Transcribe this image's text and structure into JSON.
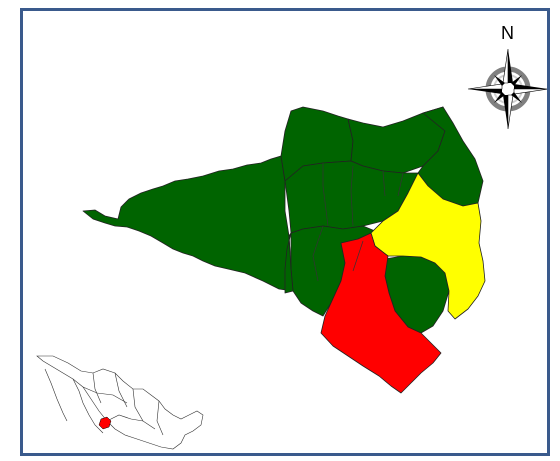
{
  "map": {
    "north_label": "N",
    "regions": [
      {
        "name": "region-1",
        "fill": "#006400"
      },
      {
        "name": "region-2",
        "fill": "#006400"
      },
      {
        "name": "region-3",
        "fill": "#006400"
      },
      {
        "name": "region-4",
        "fill": "#006400"
      },
      {
        "name": "region-5",
        "fill": "#006400"
      },
      {
        "name": "region-6",
        "fill": "#006400"
      },
      {
        "name": "region-7",
        "fill": "#006400"
      },
      {
        "name": "region-8",
        "fill": "#006400"
      },
      {
        "name": "region-yellow",
        "fill": "#ffff00"
      },
      {
        "name": "region-red",
        "fill": "#ff0000"
      }
    ],
    "colors": {
      "frame_border": "#3a5a8c",
      "green": "#006400",
      "yellow": "#ffff00",
      "red": "#ff0000",
      "compass_dark": "#000000",
      "compass_light": "#ffffff",
      "compass_gray": "#808080"
    },
    "inset": {
      "icon": "mexico-outline-icon",
      "highlight_color": "#ff0000"
    }
  }
}
